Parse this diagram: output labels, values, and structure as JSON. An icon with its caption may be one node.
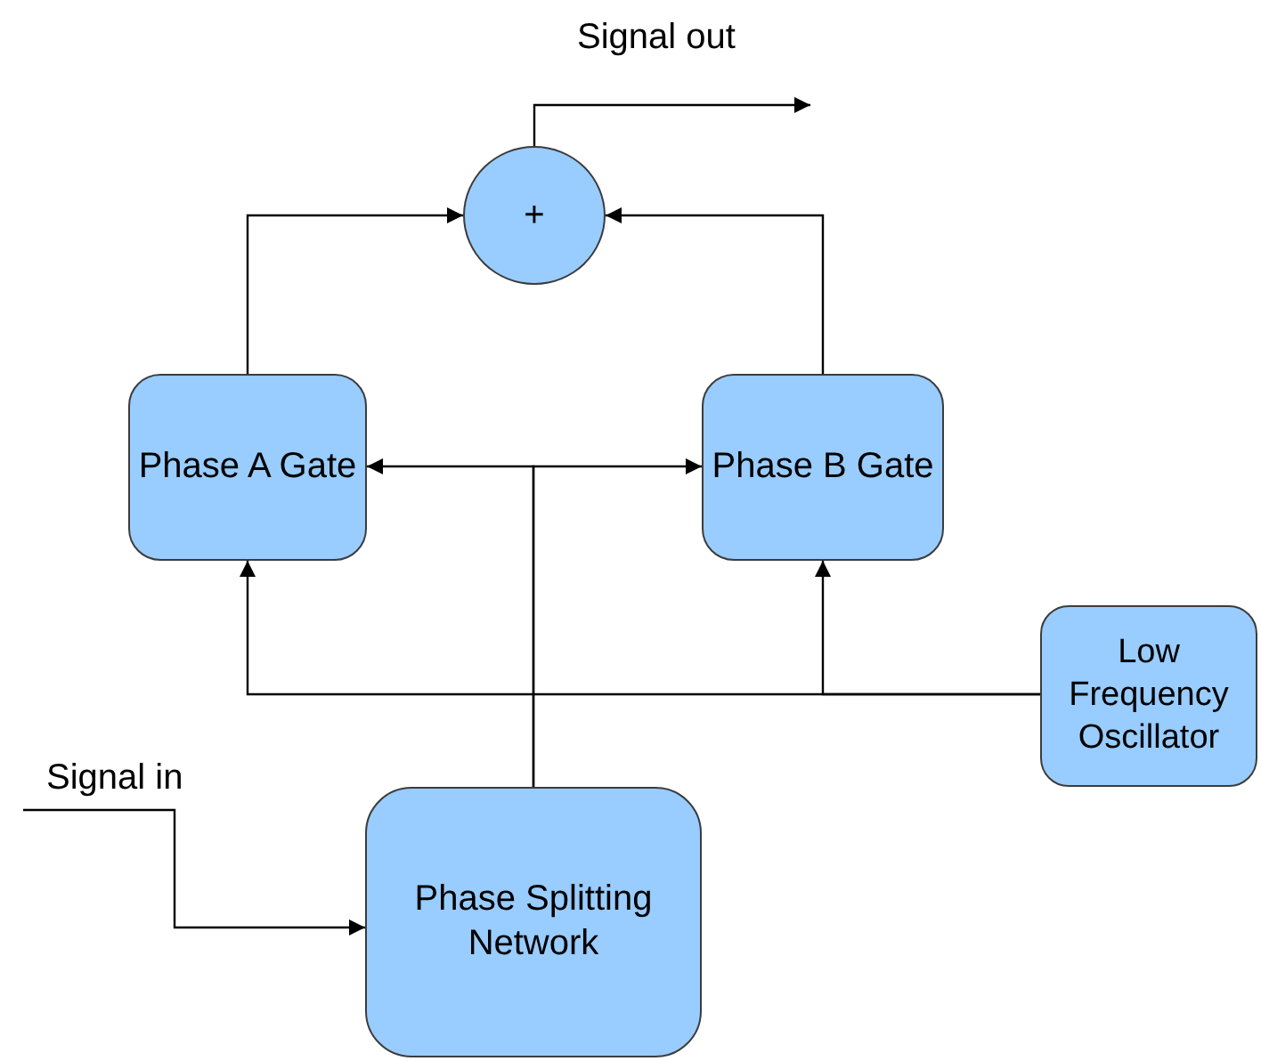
{
  "diagram": {
    "nodes": [
      {
        "text": [
          "+"
        ]
      },
      {
        "text": [
          "Phase A Gate"
        ]
      },
      {
        "text": [
          "Phase B Gate"
        ]
      },
      {
        "text": [
          "Low Frequency Oscillator"
        ]
      },
      {
        "text": [
          "Phase Splitting Network"
        ]
      }
    ],
    "edges": [
      {
        "from": 0,
        "to": null,
        "arrow": "to",
        "label": "Signal out"
      },
      {
        "from": 1,
        "to": 0,
        "arrow": "to"
      },
      {
        "from": 2,
        "to": 0,
        "arrow": "to"
      },
      {
        "from": 4,
        "to": 1,
        "arrow": "to"
      },
      {
        "from": 4,
        "to": 2,
        "arrow": "to"
      },
      {
        "from": 3,
        "to": 1,
        "arrow": "to"
      },
      {
        "from": 3,
        "to": 2,
        "arrow": "to"
      },
      {
        "from": null,
        "to": 4,
        "arrow": "to",
        "label": "Signal in"
      }
    ]
  }
}
